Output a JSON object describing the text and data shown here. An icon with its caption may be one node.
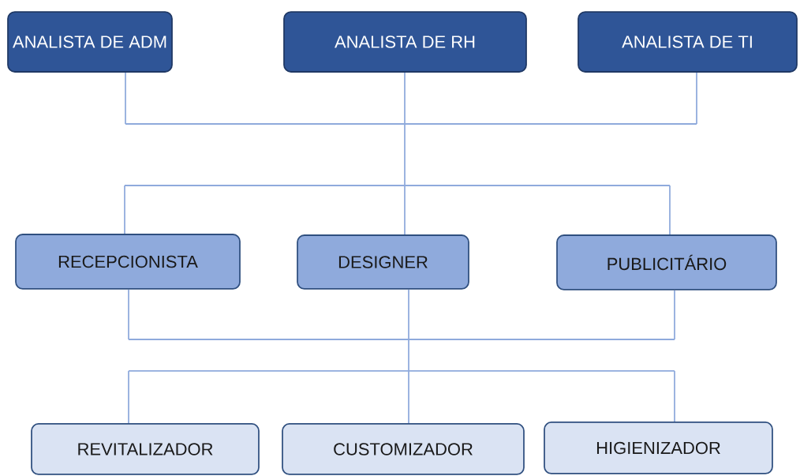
{
  "diagram": {
    "nodes": [
      {
        "text": [
          "ANALISTA DE ADM"
        ]
      },
      {
        "text": [
          "ANALISTA DE RH"
        ]
      },
      {
        "text": [
          "ANALISTA DE TI"
        ]
      },
      {
        "text": [
          "RECEPCIONISTA"
        ]
      },
      {
        "text": [
          "DESIGNER"
        ]
      },
      {
        "text": [
          "PUBLICITÁRIO"
        ]
      },
      {
        "text": [
          "REVITALIZADOR"
        ]
      },
      {
        "text": [
          "CUSTOMIZADOR"
        ]
      },
      {
        "text": [
          "HIGIENIZADOR"
        ]
      }
    ],
    "edges": [
      {
        "from": 0,
        "to": 3,
        "arrow": "none"
      },
      {
        "from": 0,
        "to": 4,
        "arrow": "none"
      },
      {
        "from": 0,
        "to": 5,
        "arrow": "none"
      },
      {
        "from": 1,
        "to": 3,
        "arrow": "none"
      },
      {
        "from": 1,
        "to": 4,
        "arrow": "none"
      },
      {
        "from": 1,
        "to": 5,
        "arrow": "none"
      },
      {
        "from": 2,
        "to": 3,
        "arrow": "none"
      },
      {
        "from": 2,
        "to": 4,
        "arrow": "none"
      },
      {
        "from": 2,
        "to": 5,
        "arrow": "none"
      },
      {
        "from": 3,
        "to": 6,
        "arrow": "none"
      },
      {
        "from": 3,
        "to": 7,
        "arrow": "none"
      },
      {
        "from": 3,
        "to": 8,
        "arrow": "none"
      },
      {
        "from": 4,
        "to": 6,
        "arrow": "none"
      },
      {
        "from": 4,
        "to": 7,
        "arrow": "none"
      },
      {
        "from": 4,
        "to": 8,
        "arrow": "none"
      },
      {
        "from": 5,
        "to": 6,
        "arrow": "none"
      },
      {
        "from": 5,
        "to": 7,
        "arrow": "none"
      },
      {
        "from": 5,
        "to": 8,
        "arrow": "none"
      }
    ]
  }
}
